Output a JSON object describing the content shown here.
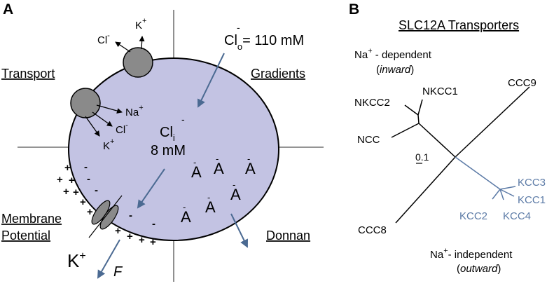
{
  "panel_a": {
    "letter": "A",
    "labels": {
      "transport": "Transport",
      "gradients": "Gradients",
      "membrane_line1": "Membrane",
      "membrane_line2": "Potential",
      "donnan": "Donnan"
    },
    "cl_out": {
      "base": "Cl",
      "sub": "o",
      "sup": "-",
      "value": "= 110 mM"
    },
    "cl_in": {
      "base": "Cl",
      "sub": "i",
      "sup": "-",
      "value": "8 mM"
    },
    "ions": {
      "cl": "Cl",
      "cl_sup": "-",
      "k": "K",
      "k_sup": "+",
      "na": "Na",
      "na_sup": "+"
    },
    "anion": {
      "base": "A",
      "sup": "-"
    },
    "k_big": {
      "base": "K",
      "sup": "+"
    },
    "flux": "F",
    "plus": "+",
    "minus": "-"
  },
  "panel_b": {
    "letter": "B",
    "title": "SLC12A Transporters",
    "na_dep": {
      "base": "Na",
      "sup": "+",
      "rest": " - dependent",
      "dir": "inward"
    },
    "na_indep": {
      "base": "Na",
      "sup": "+",
      "rest": "- independent",
      "dir": "outward"
    },
    "scale": "0.1",
    "leaves": {
      "nkcc1": "NKCC1",
      "nkcc2": "NKCC2",
      "ncc": "NCC",
      "ccc9": "CCC9",
      "ccc8": "CCC8",
      "kcc1": "KCC1",
      "kcc2": "KCC2",
      "kcc3": "KCC3",
      "kcc4": "KCC4"
    }
  },
  "colors": {
    "cell_fill": "#c3c3e3",
    "cotransporter_fill": "#8a8a8a",
    "blue_arrow": "#4b6a92",
    "kcc_branch": "#5b7aa6"
  }
}
